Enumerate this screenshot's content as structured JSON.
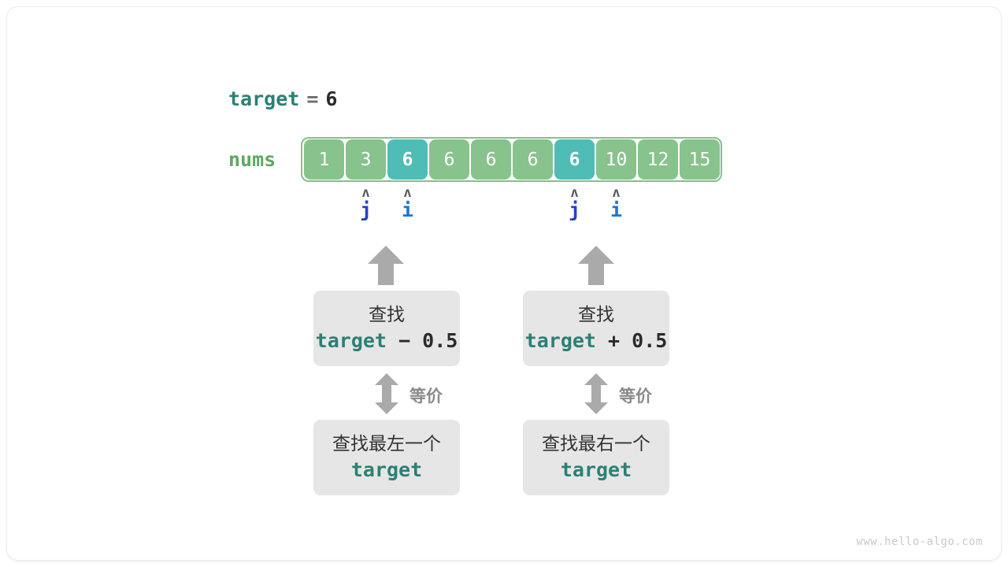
{
  "diagram": {
    "title_line": {
      "variable": "target",
      "equals": "=",
      "value": "6"
    },
    "array": {
      "label": "nums",
      "values": [
        "1",
        "3",
        "6",
        "6",
        "6",
        "6",
        "6",
        "10",
        "12",
        "15"
      ],
      "highlighted_indices": [
        2,
        6
      ],
      "cell_color": "#88C28D",
      "highlight_color": "#4FBDB5",
      "frame_color": "#84C08A"
    },
    "pointers": [
      {
        "name": "j",
        "caret": "ʌ",
        "index": 1,
        "color": "#2245C4"
      },
      {
        "name": "i",
        "caret": "ʌ",
        "index": 2,
        "color": "#1778D0"
      },
      {
        "name": "j",
        "caret": "ʌ",
        "index": 6,
        "color": "#2245C4"
      },
      {
        "name": "i",
        "caret": "ʌ",
        "index": 7,
        "color": "#1778D0"
      }
    ],
    "columns": [
      {
        "upper_box": {
          "line1": "查找",
          "keyword": "target",
          "operand": "− 0.5"
        },
        "equiv_label": "等价",
        "lower_box": {
          "line1": "查找最左一个",
          "keyword": "target"
        }
      },
      {
        "upper_box": {
          "line1": "查找",
          "keyword": "target",
          "operand": "+ 0.5"
        },
        "equiv_label": "等价",
        "lower_box": {
          "line1": "查找最右一个",
          "keyword": "target"
        }
      }
    ],
    "watermark": "www.hello-algo.com",
    "colors": {
      "teal_keyword": "#2C8075",
      "green_label": "#5FA865",
      "gray_box": "#E6E6E6",
      "arrow_gray": "#AAAAAA",
      "text_dark": "#2b2b2b"
    }
  }
}
